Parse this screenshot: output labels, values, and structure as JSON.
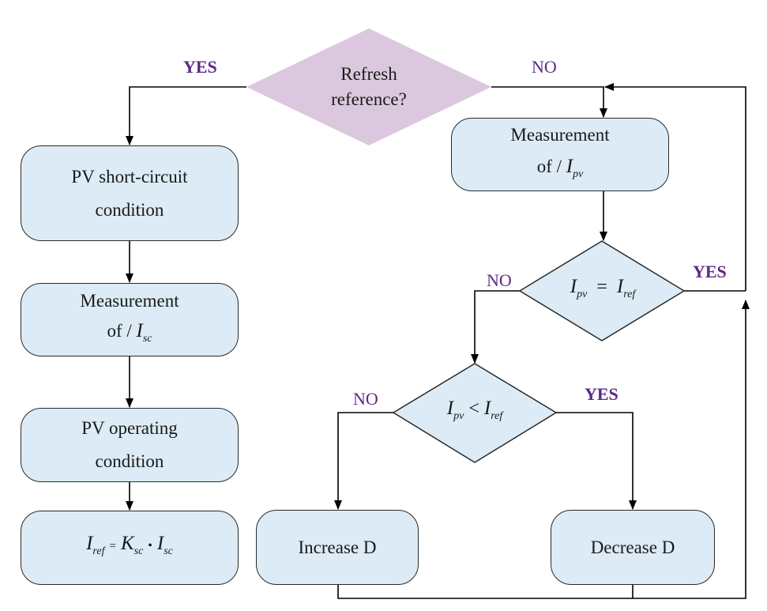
{
  "decisions": {
    "refresh": {
      "line1": "Refresh",
      "line2": "reference?"
    },
    "equal": {
      "lhs_var": "I",
      "lhs_sub": "pv",
      "op": "=",
      "rhs_var": "I",
      "rhs_sub": "ref"
    },
    "less": {
      "lhs_var": "I",
      "lhs_sub": "pv",
      "op": "<",
      "rhs_var": "I",
      "rhs_sub": "ref"
    }
  },
  "left_column": {
    "short_circuit": {
      "line1": "PV short-circuit",
      "line2": "condition"
    },
    "measure_sc": {
      "line1": "Measurement",
      "line2_prefix": "of / ",
      "var": "I",
      "sub": "sc"
    },
    "operating": {
      "line1": "PV operating",
      "line2": "condition"
    },
    "iref_formula": {
      "v1": "I",
      "s1": "ref",
      "eq": "=",
      "v2": "K",
      "s2": "sc",
      "dot": "•",
      "v3": "I",
      "s3": "sc"
    }
  },
  "right_column": {
    "measure_pv": {
      "line1": "Measurement",
      "line2_prefix": "of / ",
      "var": "I",
      "sub": "pv"
    },
    "increase": "Increase D",
    "decrease": "Decrease D"
  },
  "labels": {
    "refresh_yes": "YES",
    "refresh_no": "NO",
    "equal_no": "NO",
    "equal_yes": "YES",
    "less_no": "NO",
    "less_yes": "YES"
  },
  "colors": {
    "box_fill": "#dcebf5",
    "refresh_diamond_fill": "#dcc8de",
    "decision_fill": "#dcebf5",
    "label_color": "#5b2a86",
    "line_color": "#000000"
  }
}
